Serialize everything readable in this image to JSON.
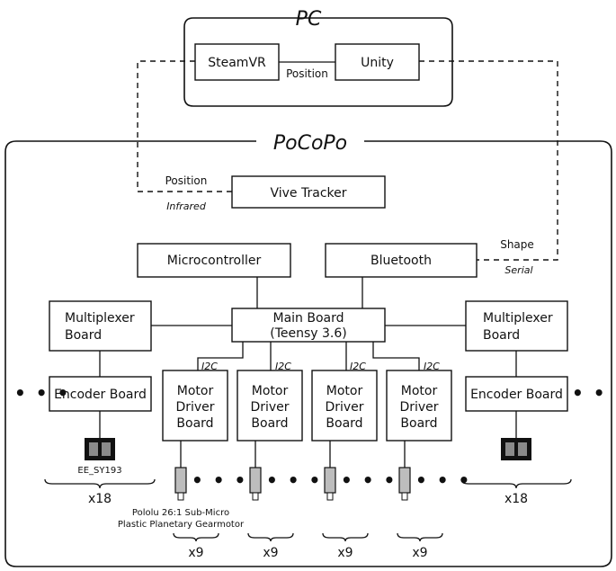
{
  "pc": {
    "title": "PC",
    "steamvr": "SteamVR",
    "unity": "Unity",
    "link_label": "Position"
  },
  "pocopo": {
    "title": "PoCoPo"
  },
  "tracker": {
    "label": "Vive Tracker",
    "position_label": "Position",
    "infrared_label": "Infrared"
  },
  "microcontroller": {
    "label": "Microcontroller"
  },
  "bluetooth": {
    "label": "Bluetooth",
    "shape_label": "Shape",
    "serial_label": "Serial"
  },
  "main_board": {
    "line1": "Main Board",
    "line2": "(Teensy 3.6)"
  },
  "multiplexer": {
    "line1": "Multiplexer",
    "line2": "Board"
  },
  "encoder": {
    "label": "Encoder Board",
    "sensor_label": "EE_SY193",
    "count": "x18"
  },
  "motor_driver": {
    "line1": "Motor",
    "line2": "Driver",
    "line3": "Board",
    "bus_label": "I2C"
  },
  "motor": {
    "caption_line1": "Pololu 26:1 Sub-Micro",
    "caption_line2": "Plastic Planetary Gearmotor",
    "count": "x9"
  },
  "ellipsis": "• • •"
}
